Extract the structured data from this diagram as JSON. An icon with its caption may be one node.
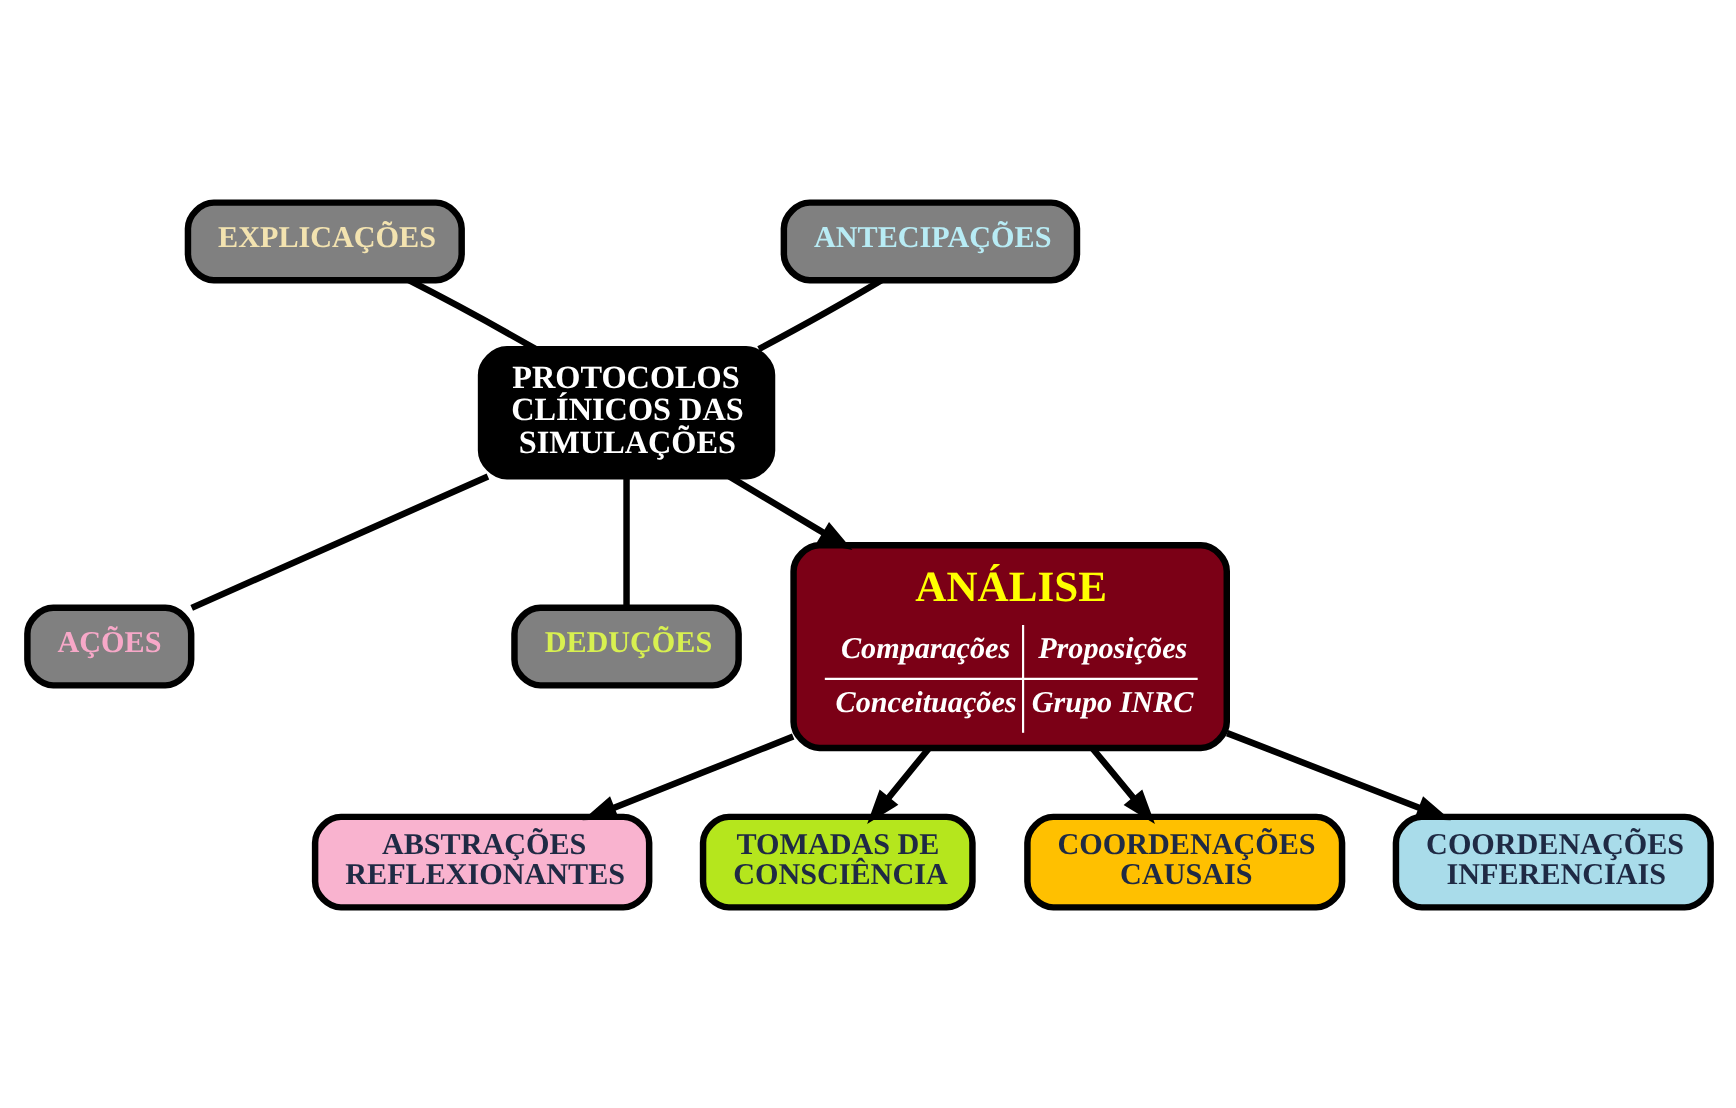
{
  "diagram": {
    "nodes": [
      {
        "text": [
          "PROTOCOLOS CLÍNICOS DAS SIMULAÇÕES"
        ]
      },
      {
        "text": [
          "EXPLICAÇÕES"
        ]
      },
      {
        "text": [
          "ANTECIPAÇÕES"
        ]
      },
      {
        "text": [
          "AÇÕES"
        ]
      },
      {
        "text": [
          "DEDUÇÕES"
        ]
      },
      {
        "text": [
          "ANÁLISE",
          "Comparações",
          "Proposições",
          "Conceituações",
          "Grupo INRC"
        ]
      },
      {
        "text": [
          "ABSTRAÇÕES REFLEXIONANTES"
        ]
      },
      {
        "text": [
          "TOMADAS DE CONSCIÊNCIA"
        ]
      },
      {
        "text": [
          "COORDENAÇÕES CAUSAIS"
        ]
      },
      {
        "text": [
          "COORDENAÇÕES INFERENCIAIS"
        ]
      }
    ],
    "edges": [
      {
        "from": 0,
        "to": 1,
        "arrow": "none"
      },
      {
        "from": 0,
        "to": 2,
        "arrow": "none"
      },
      {
        "from": 0,
        "to": 3,
        "arrow": "none"
      },
      {
        "from": 0,
        "to": 4,
        "arrow": "none"
      },
      {
        "from": 0,
        "to": 5,
        "arrow": "to"
      },
      {
        "from": 5,
        "to": 6,
        "arrow": "to"
      },
      {
        "from": 5,
        "to": 7,
        "arrow": "to"
      },
      {
        "from": 5,
        "to": 8,
        "arrow": "to"
      },
      {
        "from": 5,
        "to": 9,
        "arrow": "to"
      }
    ]
  }
}
